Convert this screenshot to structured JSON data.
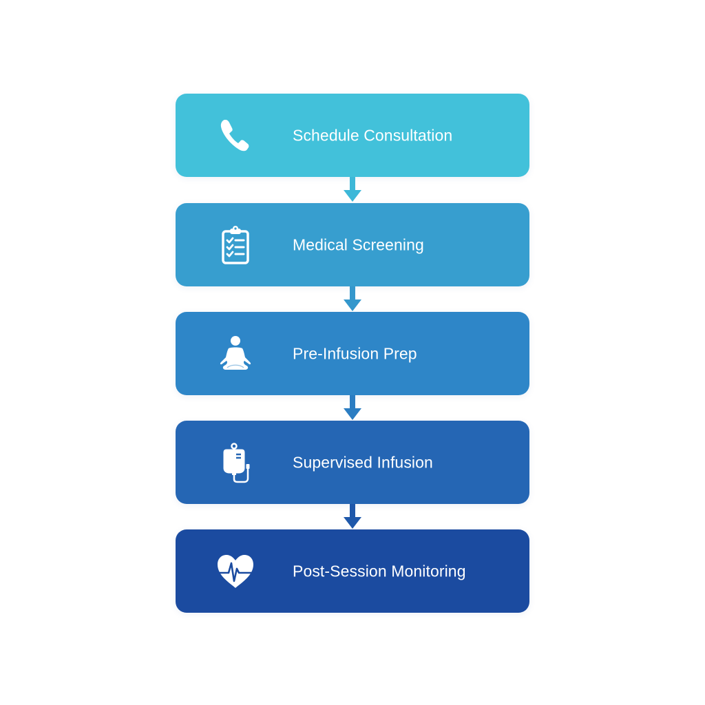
{
  "diagram": {
    "type": "vertical-process-flow",
    "steps": [
      {
        "label": "Schedule Consultation",
        "icon": "phone-icon",
        "color": "#42C1DA"
      },
      {
        "label": "Medical Screening",
        "icon": "clipboard-checklist-icon",
        "color": "#379ECF"
      },
      {
        "label": "Pre-Infusion Prep",
        "icon": "meditation-icon",
        "color": "#2E86C8"
      },
      {
        "label": "Supervised Infusion",
        "icon": "iv-bag-icon",
        "color": "#2566B4"
      },
      {
        "label": "Post-Session Monitoring",
        "icon": "heart-pulse-icon",
        "color": "#1B4BA0"
      }
    ],
    "arrows": [
      {
        "from": 0,
        "to": 1,
        "color": "#3DB8D8"
      },
      {
        "from": 1,
        "to": 2,
        "color": "#3497CC"
      },
      {
        "from": 2,
        "to": 3,
        "color": "#2B7DC2"
      },
      {
        "from": 3,
        "to": 4,
        "color": "#1F58AA"
      }
    ]
  }
}
